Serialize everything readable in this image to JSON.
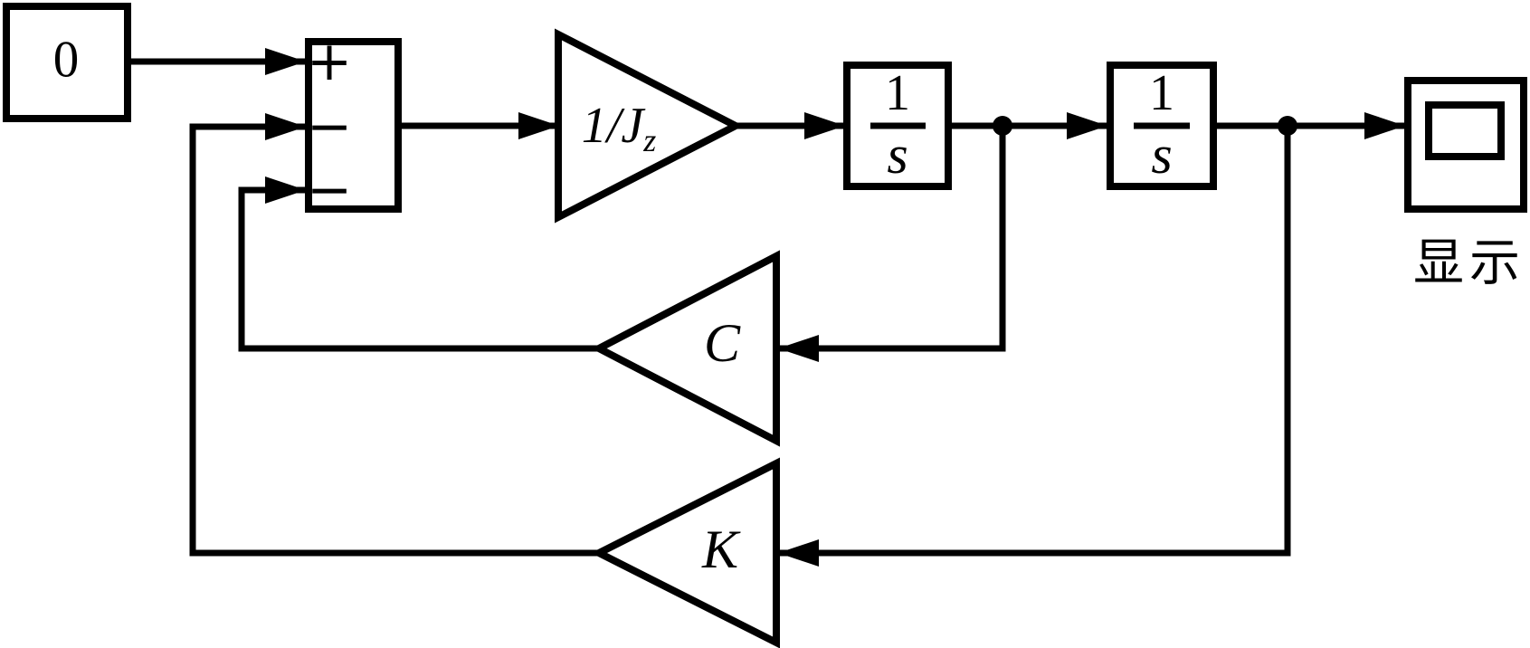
{
  "diagram": {
    "constant_block": {
      "value": "0"
    },
    "sum_block": {
      "sign_top": "+",
      "sign_middle": "−",
      "sign_bottom": "−"
    },
    "gain_inertia": {
      "label_main": "1/J",
      "label_subscript": "z"
    },
    "integrator_1": {
      "numerator": "1",
      "denominator": "s"
    },
    "integrator_2": {
      "numerator": "1",
      "denominator": "s"
    },
    "gain_damping": {
      "label": "C"
    },
    "gain_stiffness": {
      "label": "K"
    },
    "scope": {
      "caption": "显示"
    },
    "colors": {
      "line": "#000000",
      "background": "#ffffff"
    }
  }
}
